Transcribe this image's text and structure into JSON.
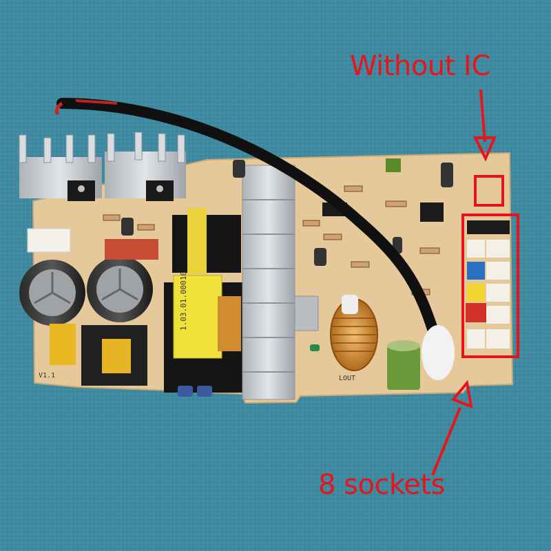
{
  "photo": {
    "subject": "Power supply circuit board",
    "colors": {
      "background": "#3f8aa0",
      "board": "#e6c99a",
      "annotation": "#e8141c",
      "heatsink": "#c9ccd0",
      "cable": "#111111"
    }
  },
  "annotations": {
    "top_label": "Without IC",
    "bottom_label": "8 sockets"
  },
  "board_markings": {
    "transformer_label": "1.03.01.00010",
    "version": "V1.1",
    "coil": "LOUT"
  }
}
